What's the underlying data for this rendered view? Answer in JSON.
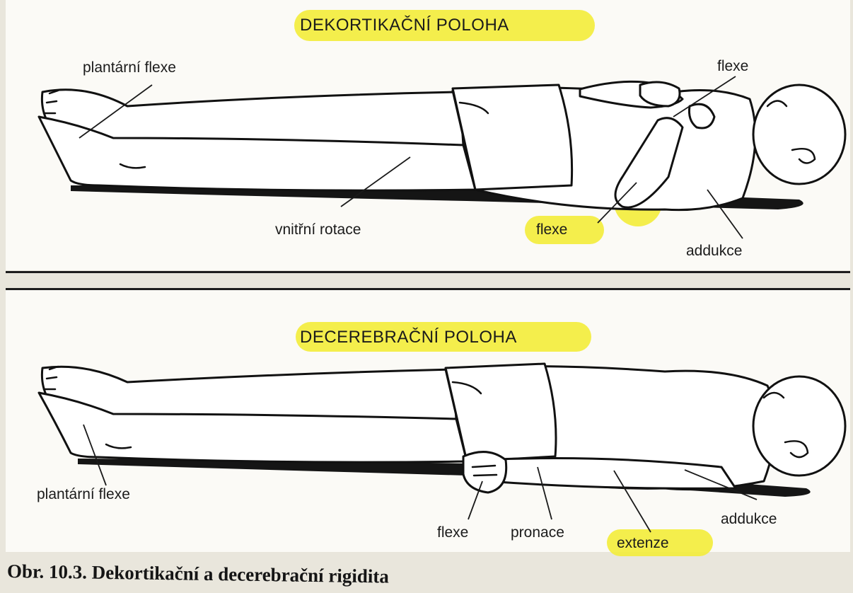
{
  "figure": {
    "top": {
      "title": "DEKORTIKAČNÍ POLOHA",
      "labels": {
        "plantar": "plantární flexe",
        "flexe_arm": "flexe",
        "internal_rotation": "vnitřní rotace",
        "flexe_elbow": "flexe",
        "adduction": "addukce"
      }
    },
    "bottom": {
      "title": "DECEREBRAČNÍ POLOHA",
      "labels": {
        "plantar": "plantární flexe",
        "flexe_hand": "flexe",
        "pronation": "pronace",
        "extension": "extenze",
        "adduction": "addukce"
      }
    },
    "caption": "Obr. 10.3. Dekortikační a decerebrační rigidita",
    "colors": {
      "highlight": "#f3ec3a",
      "line": "#111111",
      "paper": "#fbfaf6"
    }
  }
}
